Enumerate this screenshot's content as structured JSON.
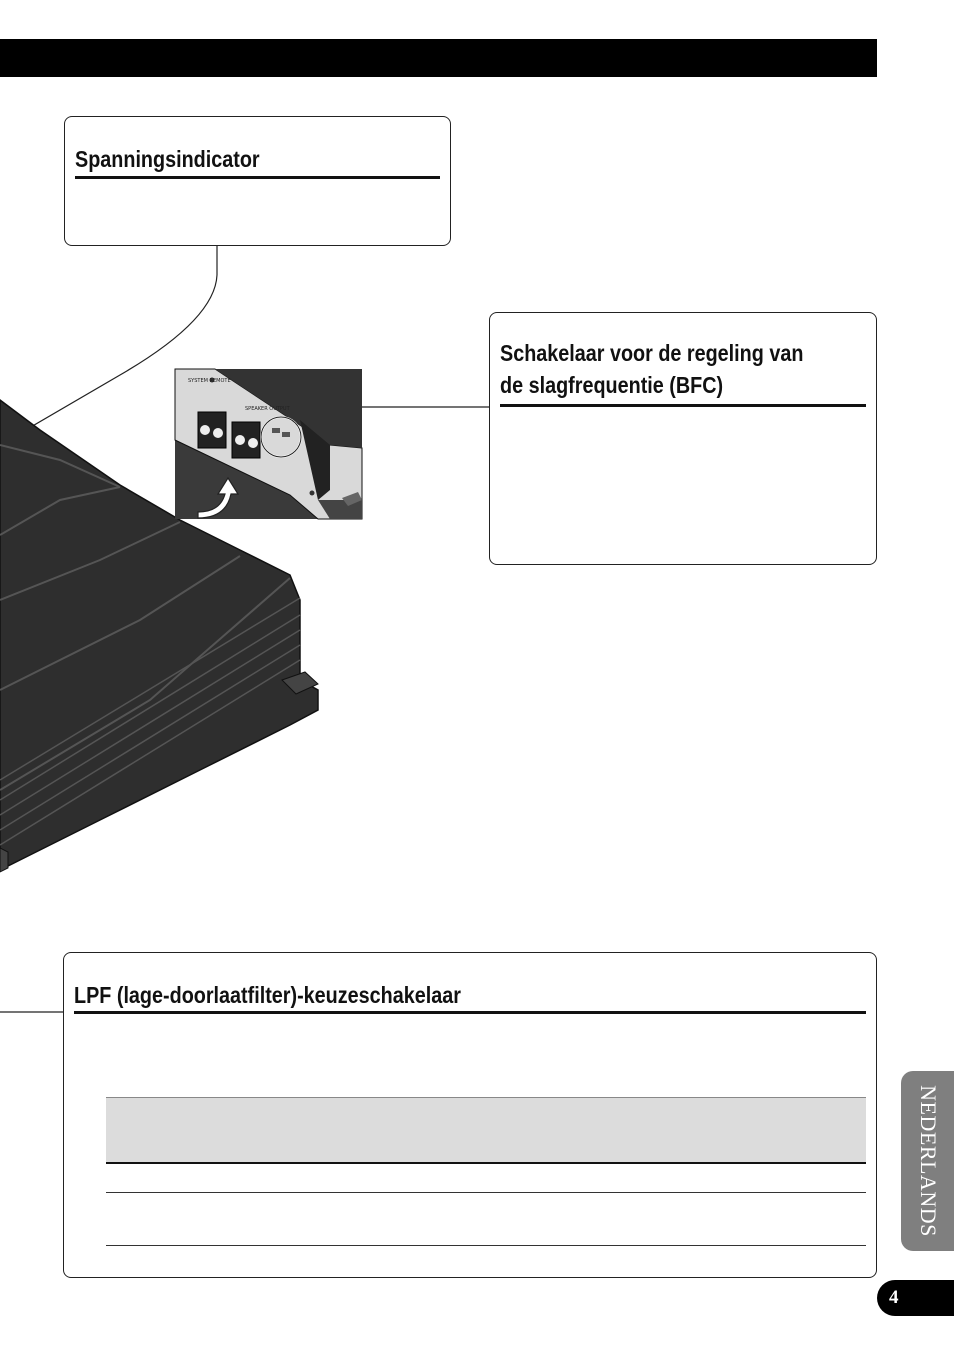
{
  "header": {
    "bar_color": "#000000"
  },
  "callouts": {
    "spanning": {
      "title": "Spanningsindicator"
    },
    "bfc": {
      "title": "Schakelaar voor de regeling van",
      "title_line2": "de slagfrequentie (BFC)"
    },
    "lpf": {
      "title": "LPF (lage-doorlaatfilter)-keuzeschakelaar"
    }
  },
  "panel_labels": {
    "system_remote": "SYSTEM REMOTE",
    "speaker_output": "SPEAKER OUTPUT"
  },
  "side_tab": {
    "label": "NEDERLANDS",
    "color": "#7f7f7f"
  },
  "page": {
    "number": "4"
  }
}
